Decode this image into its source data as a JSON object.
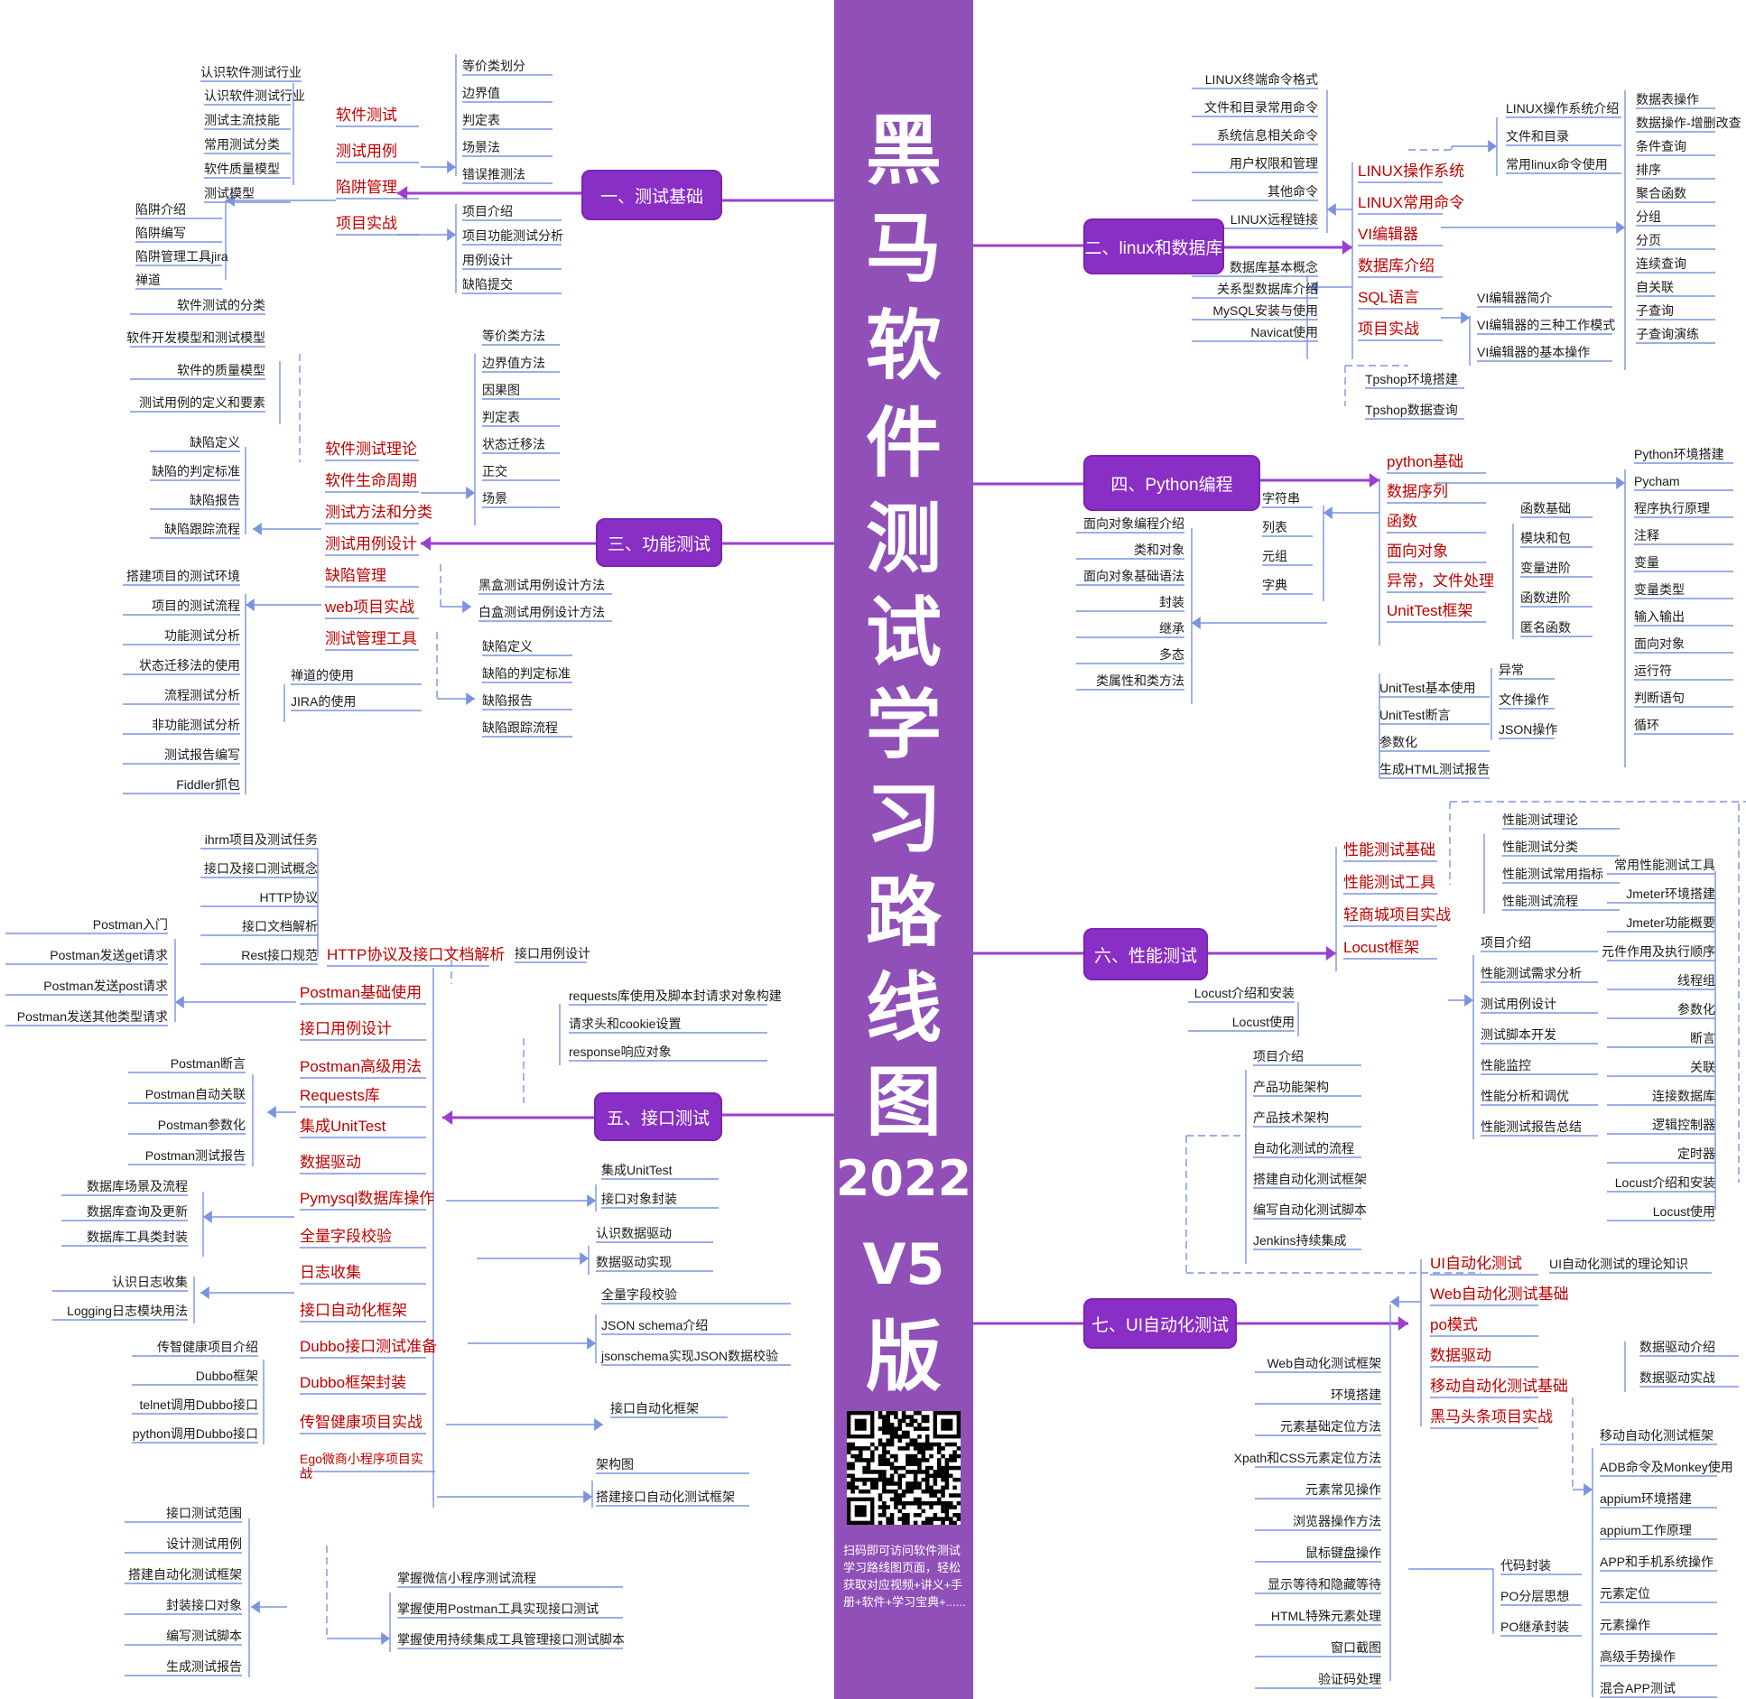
{
  "title": {
    "chars": [
      "黑",
      "马",
      "软",
      "件",
      "测",
      "试",
      "学",
      "习",
      "路",
      "线",
      "图"
    ],
    "year": "2022",
    "version": "V5",
    "edition": "版"
  },
  "qr_text": "扫码即可访问软件测试学习路线图页面，轻松获取对应视频+讲义+手册+软件+学习宝典+......",
  "colors": {
    "trunk": "#9050b8",
    "node": "#8a2fc6",
    "topic": "#c00000",
    "line": "#7b93e0",
    "branch": "#9b3fd0"
  },
  "s1": {
    "box": "一、测试基础",
    "topics": [
      "软件测试",
      "测试用例",
      "陷阱管理",
      "项目实战"
    ],
    "left1": [
      "认识软件测试行业",
      "测试主流技能",
      "常用测试分类",
      "软件质量模型",
      "测试模型"
    ],
    "left2": [
      "陷阱介绍",
      "陷阱编写",
      "陷阱管理工具jira",
      "禅道"
    ],
    "right1": [
      "等价类划分",
      "边界值",
      "判定表",
      "场景法",
      "错误推测法"
    ],
    "right2": [
      "项目介绍",
      "项目功能测试分析",
      "用例设计",
      "缺陷提交"
    ]
  },
  "s2": {
    "box": "二、linux和数据库",
    "topics": [
      "LINUX操作系统",
      "LINUX常用命令",
      "VI编辑器",
      "数据库介绍",
      "SQL语言",
      "项目实战"
    ],
    "left1": [
      "LINUX终端命令格式",
      "文件和目录常用命令",
      "系统信息相关命令",
      "用户权限和管理",
      "其他命令",
      "LINUX远程链接"
    ],
    "left2": [
      "数据库基本概念",
      "关系型数据库介绍",
      "MySQL安装与使用",
      "Navicat使用"
    ],
    "linux": [
      "LINUX操作系统介绍",
      "文件和目录",
      "常用linux命令使用"
    ],
    "vi": [
      "VI编辑器简介",
      "VI编辑器的三种工作模式",
      "VI编辑器的基本操作"
    ],
    "proj": [
      "Tpshop环境搭建",
      "Tpshop数据查询"
    ],
    "sql": [
      "数据表操作",
      "数据操作-增删改查",
      "条件查询",
      "排序",
      "聚合函数",
      "分组",
      "分页",
      "连续查询",
      "自关联",
      "子查询",
      "子查询演练"
    ]
  },
  "s3": {
    "box": "三、功能测试",
    "topics": [
      "软件测试理论",
      "软件生命周期",
      "测试方法和分类",
      "测试用例设计",
      "缺陷管理",
      "web项目实战",
      "测试管理工具"
    ],
    "left1": [
      "软件测试的分类",
      "软件开发模型和测试模型",
      "软件的质量模型",
      "测试用例的定义和要素"
    ],
    "left2": [
      "缺陷定义",
      "缺陷的判定标准",
      "缺陷报告",
      "缺陷跟踪流程"
    ],
    "left3": [
      "搭建项目的测试环境",
      "项目的测试流程",
      "功能测试分析",
      "状态迁移法的使用",
      "流程测试分析",
      "非功能测试分析",
      "测试报告编写",
      "Fiddler抓包"
    ],
    "tools": [
      "禅道的使用",
      "JIRA的使用"
    ],
    "methods": [
      "等价类方法",
      "边界值方法",
      "因果图",
      "判定表",
      "状态迁移法",
      "正交",
      "场景"
    ],
    "design": [
      "黑盒测试用例设计方法",
      "白盒测试用例设计方法"
    ],
    "defect": [
      "缺陷定义",
      "缺陷的判定标准",
      "缺陷报告",
      "缺陷跟踪流程"
    ]
  },
  "s4": {
    "box": "四、Python编程",
    "topics": [
      "python基础",
      "数据序列",
      "函数",
      "面向对象",
      "异常，文件处理",
      "UnitTest框架"
    ],
    "oop": [
      "面向对象编程介绍",
      "类和对象",
      "面向对象基础语法",
      "封装",
      "继承",
      "多态",
      "类属性和类方法"
    ],
    "seq": [
      "字符串",
      "列表",
      "元组",
      "字典"
    ],
    "func": [
      "函数基础",
      "模块和包",
      "变量进阶",
      "函数进阶",
      "匿名函数"
    ],
    "exc": [
      "异常",
      "文件操作",
      "JSON操作"
    ],
    "ut": [
      "UnitTest基本使用",
      "UnitTest断言",
      "参数化",
      "生成HTML测试报告"
    ],
    "basic": [
      "Python环境搭建",
      "Pycham",
      "程序执行原理",
      "注释",
      "变量",
      "变量类型",
      "输入输出",
      "面向对象",
      "运行符",
      "判断语句",
      "循环"
    ]
  },
  "s5": {
    "box": "五、接口测试",
    "topics": [
      "HTTP协议及接口文档解析",
      "Postman基础使用",
      "接口用例设计",
      "Postman高级用法",
      "Requests库",
      "集成UnitTest",
      "数据驱动",
      "Pymysql数据库操作",
      "全量字段校验",
      "日志收集",
      "接口自动化框架",
      "Dubbo接口测试准备",
      "Dubbo框架封装",
      "传智健康项目实战",
      "Ego微商小程序项目实战"
    ],
    "http": [
      "ihrm项目及测试任务",
      "接口及接口测试概念",
      "HTTP协议",
      "接口文档解析",
      "Rest接口规范"
    ],
    "pm": [
      "Postman入门",
      "Postman发送get请求",
      "Postman发送post请求",
      "Postman发送其他类型请求"
    ],
    "pmadv": [
      "Postman断言",
      "Postman自动关联",
      "Postman参数化",
      "Postman测试报告"
    ],
    "db": [
      "数据库场景及流程",
      "数据库查询及更新",
      "数据库工具类封装"
    ],
    "log": [
      "认识日志收集",
      "Logging日志模块用法"
    ],
    "dubbo": [
      "传智健康项目介绍",
      "Dubbo框架",
      "telnet调用Dubbo接口",
      "python调用Dubbo接口"
    ],
    "ego": [
      "接口测试范围",
      "设计测试用例",
      "搭建自动化测试框架",
      "封装接口对象",
      "编写测试脚本",
      "生成测试报告"
    ],
    "r_case": [
      "接口用例设计"
    ],
    "r_req": [
      "requests库使用及脚本封请求对象构建",
      "请求头和cookie设置",
      "response响应对象"
    ],
    "r_ut": [
      "集成UnitTest",
      "接口对象封装"
    ],
    "r_dd": [
      "认识数据驱动",
      "数据驱动实现"
    ],
    "r_field": [
      "全量字段校验",
      "JSON schema介绍",
      "jsonschema实现JSON数据校验"
    ],
    "r_fw": [
      "接口自动化框架"
    ],
    "r_arch": [
      "架构图",
      "搭建接口自动化测试框架"
    ],
    "r_mini": [
      "掌握微信小程序测试流程",
      "掌握使用Postman工具实现接口测试",
      "掌握使用持续集成工具管理接口测试脚本"
    ]
  },
  "s6": {
    "box": "六、性能测试",
    "topics": [
      "性能测试基础",
      "性能测试工具",
      "轻商城项目实战",
      "Locust框架"
    ],
    "locust": [
      "Locust介绍和安装",
      "Locust使用"
    ],
    "base": [
      "性能测试理论",
      "性能测试分类",
      "性能测试常用指标",
      "性能测试流程"
    ],
    "proj": [
      "项目介绍",
      "性能测试需求分析",
      "测试用例设计",
      "测试脚本开发",
      "性能监控",
      "性能分析和调优",
      "性能测试报告总结"
    ],
    "tools": [
      "常用性能测试工具",
      "Jmeter环境搭建",
      "Jmeter功能概要",
      "元件作用及执行顺序",
      "线程组",
      "参数化",
      "断言",
      "关联",
      "连接数据库",
      "逻辑控制器",
      "定时器",
      "Locust介绍和安装",
      "Locust使用"
    ]
  },
  "s7": {
    "box": "七、UI自动化测试",
    "topics": [
      "UI自动化测试",
      "Web自动化测试基础",
      "po模式",
      "数据驱动",
      "移动自动化测试基础",
      "黑马头条项目实战"
    ],
    "ci": [
      "项目介绍",
      "产品功能架构",
      "产品技术架构",
      "自动化测试的流程",
      "搭建自动化测试框架",
      "编写自动化测试脚本",
      "Jenkins持续集成"
    ],
    "web": [
      "Web自动化测试框架",
      "环境搭建",
      "元素基础定位方法",
      "Xpath和CSS元素定位方法",
      "元素常见操作",
      "浏览器操作方法",
      "鼠标键盘操作",
      "显示等待和隐藏等待",
      "HTML特殊元素处理",
      "窗口截图",
      "验证码处理"
    ],
    "po": [
      "代码封装",
      "PO分层思想",
      "PO继承封装"
    ],
    "ui_theory": [
      "UI自动化测试的理论知识"
    ],
    "dd": [
      "数据驱动介绍",
      "数据驱动实战"
    ],
    "mobile": [
      "移动自动化测试框架",
      "ADB命令及Monkey使用",
      "appium环境搭建",
      "appium工作原理",
      "APP和手机系统操作",
      "元素定位",
      "元素操作",
      "高级手势操作",
      "混合APP测试"
    ]
  }
}
